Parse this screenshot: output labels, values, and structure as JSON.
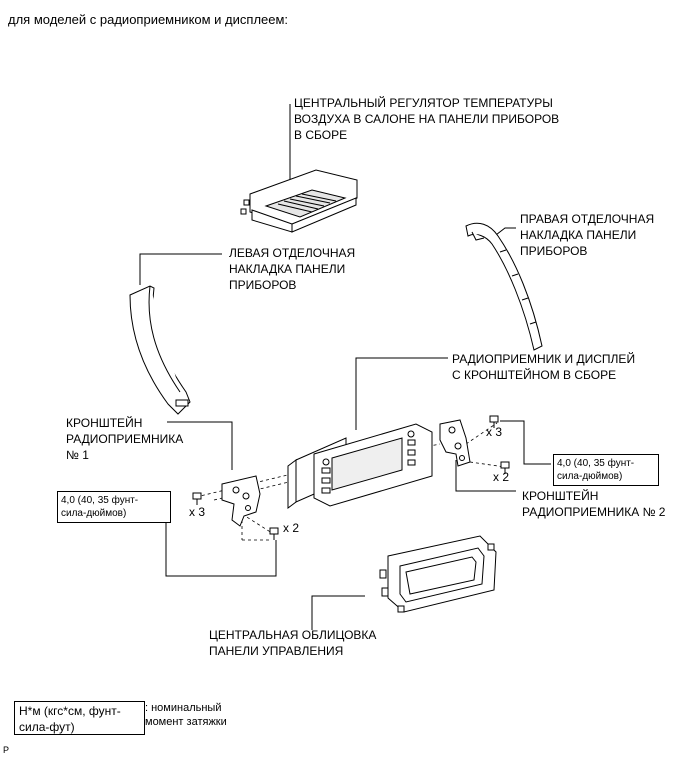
{
  "header": {
    "text": "для моделей с радиоприемником и дисплеем:"
  },
  "labels": {
    "center_vent": "ЦЕНТРАЛЬНЫЙ РЕГУЛЯТОР ТЕМПЕРАТУРЫ\nВОЗДУХА В САЛОНЕ НА ПАНЕЛИ ПРИБОРОВ\nВ СБОРЕ",
    "right_trim": "ПРАВАЯ ОТДЕЛОЧНАЯ\nНАКЛАДКА ПАНЕЛИ\nПРИБОРОВ",
    "left_trim": "ЛЕВАЯ ОТДЕЛОЧНАЯ\nНАКЛАДКА ПАНЕЛИ\nПРИБОРОВ",
    "radio_assy": "РАДИОПРИЕМНИК И ДИСПЛЕЙ\nС КРОНШТЕЙНОМ В СБОРЕ",
    "bracket_1": "КРОНШТЕЙН\nРАДИОПРИЕМНИКА\n№ 1",
    "bracket_2": "КРОНШТЕЙН\nРАДИОПРИЕМНИКА № 2",
    "center_panel": "ЦЕНТРАЛЬНАЯ ОБЛИЦОВКА\nПАНЕЛИ УПРАВЛЕНИЯ"
  },
  "torque": {
    "left": "4,0 (40, 35 фунт-\nсила-дюймов)",
    "right": "4,0 (40, 35 фунт-\nсила-дюймов)"
  },
  "counts": {
    "left_x3": "x 3",
    "bottom_x2": "x 2",
    "right_x3": "x 3",
    "right_x2": "x 2"
  },
  "legend": {
    "unit_box": "Н*м (кгс*см, фунт-\nсила-фут)",
    "description": ": номинальный\nмомент затяжки"
  },
  "footer_mark": "P"
}
